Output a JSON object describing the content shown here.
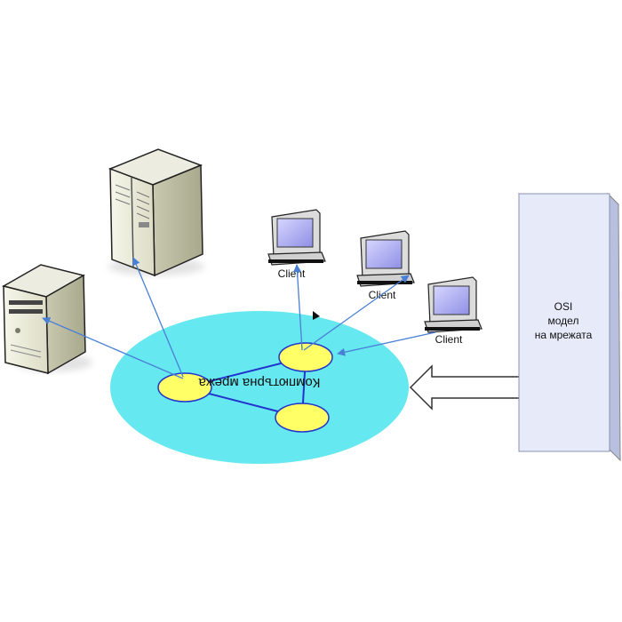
{
  "network": {
    "label": "Компютърна мрежа",
    "fill_color": "#66e8f0"
  },
  "clients": [
    {
      "label": "Client"
    },
    {
      "label": "Client"
    },
    {
      "label": "Client"
    }
  ],
  "osi": {
    "line1": "OSI",
    "line2": "модел",
    "line3": "на мрежата",
    "fill_color": "#e7ebf9"
  },
  "colors": {
    "node": "#ffff66",
    "link": "#2233cc",
    "arrow": "#4a7fd6"
  },
  "icons": {
    "server_left": "tower-server-icon",
    "server_top": "rack-server-icon",
    "client": "desktop-computer-icon"
  }
}
